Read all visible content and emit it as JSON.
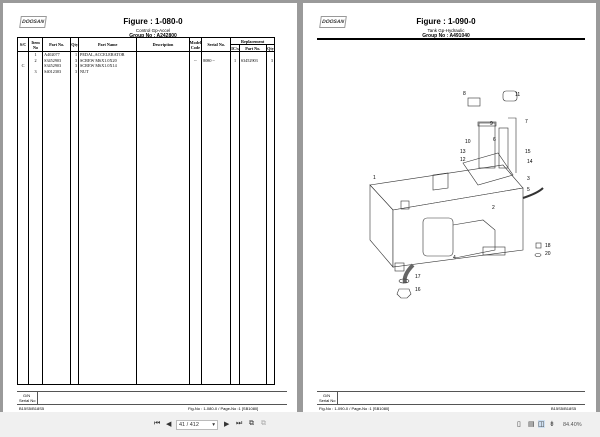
{
  "viewer": {
    "page_input": "41 / 412",
    "zoom": "84.40%"
  },
  "left_page": {
    "logo": "DOOSAN",
    "figure": "Figure : 1-080-0",
    "subtitle": "Control Gp-Accel",
    "group": "Group No : A242800",
    "headers": {
      "sc": "S/C",
      "item": "Item No",
      "part": "Part No.",
      "qty": "Qty",
      "name": "Part Name",
      "desc": "Description",
      "model": "Model Code",
      "serial": "Serial No.",
      "replacement": "Replacement",
      "ic": "IC/s",
      "rpart": "Part No.",
      "rqty": "Qty"
    },
    "rows": [
      {
        "sc": "",
        "item": "1",
        "part": "A402077",
        "qty": "1",
        "name": "PEDAL,ACCELERATOR",
        "desc": "",
        "model": "",
        "serial": "",
        "ic": "",
        "rpart": "",
        "rqty": ""
      },
      {
        "sc": "",
        "item": "2",
        "part": "S3452903",
        "qty": "3",
        "name": "SCREW M6X1.0X20",
        "desc": "",
        "model": "--",
        "serial": "8080 ~",
        "ic": "1",
        "rpart": "S3452903",
        "rqty": "3"
      },
      {
        "sc": "C",
        "item": "",
        "part": "S3452903",
        "qty": "3",
        "name": "SCREW M6X1.0X14",
        "desc": "",
        "model": "",
        "serial": "",
        "ic": "",
        "rpart": "",
        "rqty": ""
      },
      {
        "sc": "",
        "item": "3",
        "part": "S4012303",
        "qty": "3",
        "name": "NUT",
        "desc": "",
        "model": "",
        "serial": "",
        "ic": "",
        "rpart": "",
        "rqty": ""
      }
    ],
    "footer_gn": "G/N",
    "footer_serial": "Serial No",
    "model": "B15S5/B18S5",
    "fig_page": "Fig-No : 1-080-0 / Page-No :1 [SB1080]"
  },
  "right_page": {
    "logo": "DOOSAN",
    "figure": "Figure : 1-090-0",
    "subtitle": "Tank Gp-Hydraulic",
    "group": "Group No : A491040",
    "callouts": [
      "1",
      "2",
      "3",
      "4",
      "5",
      "6",
      "7",
      "8",
      "9",
      "10",
      "11",
      "12",
      "13",
      "14",
      "15",
      "16",
      "17",
      "18",
      "20"
    ],
    "footer_gn": "G/N",
    "footer_serial": "Serial No",
    "model": "B15S5/B18S5",
    "fig_page": "Fig-No : 1-090-0 / Page-No :1 [SB1080]"
  }
}
